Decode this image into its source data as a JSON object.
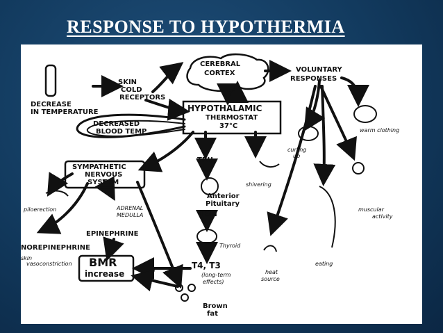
{
  "title": "RESPONSE TO HYPOTHERMIA",
  "nodes": {
    "cerebral_cortex": [
      "CEREBRAL",
      "CORTEX"
    ],
    "hypothalamic": [
      "HYPOTHALAMIC",
      "THERMOSTAT",
      "37°C"
    ],
    "voluntary": [
      "VOLUNTARY",
      "RESPONSES"
    ],
    "skin_receptors": [
      "SKIN",
      "COLD",
      "RECEPTORS"
    ],
    "decrease_temp": [
      "DECREASE",
      "IN TEMPERATURE"
    ],
    "decreased_blood": [
      "DECREASED",
      "BLOOD TEMP"
    ],
    "sympathetic": [
      "SYMPATHETIC",
      "NERVOUS",
      "SYSTEM"
    ],
    "trh": "TRH",
    "anterior_pituitary": [
      "Anterior",
      "Pituitary"
    ],
    "tsh": "TSH",
    "thyroid": "Thyroid",
    "t4_t3": "T4, T3",
    "long_term": [
      "(long-term",
      "effects)"
    ],
    "brown_fat": [
      "Brown",
      "fat"
    ],
    "shivering": "shivering",
    "piloerection": "piloerection",
    "adrenal_medulla": [
      "ADRENAL",
      "MEDULLA"
    ],
    "epinephrine": "EPINEPHRINE",
    "norepinephrine": "NOREPINEPHRINE",
    "skin_vaso": [
      "skin",
      "vasoconstriction"
    ],
    "bmr": [
      "BMR",
      "increase"
    ],
    "warm_clothing": "warm clothing",
    "curling_up": [
      "curling",
      "up"
    ],
    "muscular_activity": [
      "muscular",
      "activity"
    ],
    "eating": "eating",
    "heat_source": [
      "heat",
      "source"
    ]
  }
}
